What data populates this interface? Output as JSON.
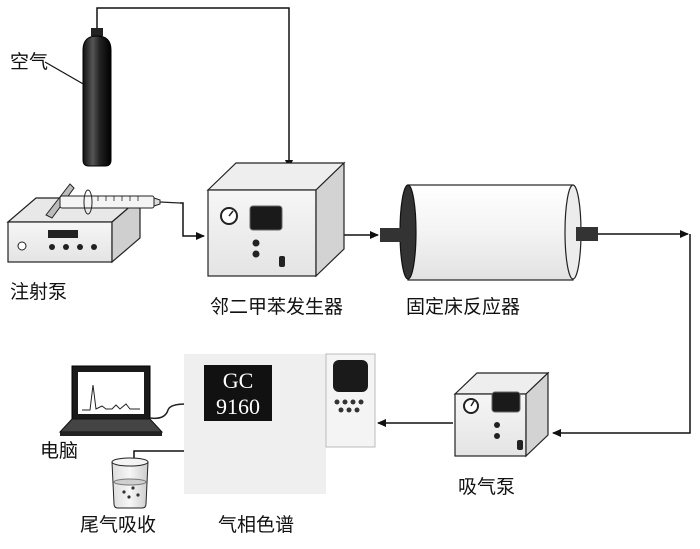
{
  "labels": {
    "air": "空气",
    "syringe_pump": "注射泵",
    "xylene_generator": "邻二甲苯发生器",
    "fixed_bed_reactor": "固定床反应器",
    "suction_pump": "吸气泵",
    "computer": "电脑",
    "exhaust_absorption": "尾气吸收",
    "gas_chromatograph": "气相色谱"
  },
  "gc_display": {
    "line1": "GC",
    "line2": "9160"
  }
}
